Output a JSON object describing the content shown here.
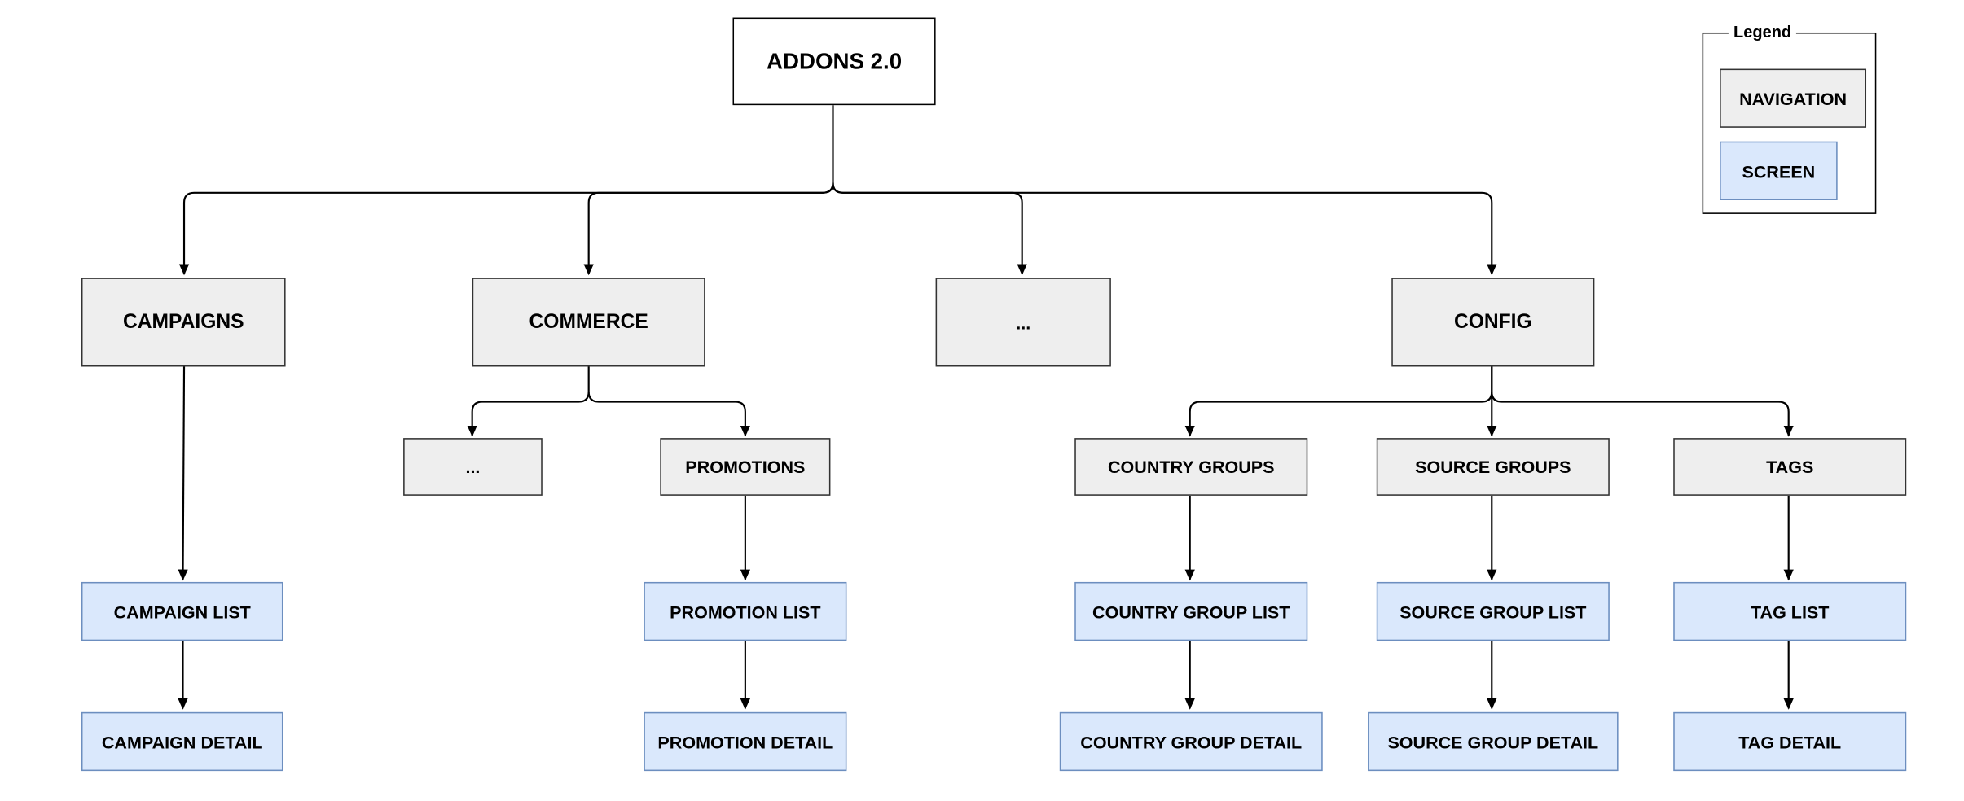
{
  "root": {
    "label": "ADDONS 2.0"
  },
  "level1": {
    "campaigns": "CAMPAIGNS",
    "commerce": "COMMERCE",
    "ellipsis": "...",
    "config": "CONFIG"
  },
  "commerce_children": {
    "ellipsis": "...",
    "promotions": "PROMOTIONS"
  },
  "config_children": {
    "country_groups": "COUNTRY GROUPS",
    "source_groups": "SOURCE GROUPS",
    "tags": "TAGS"
  },
  "screens": {
    "campaign_list": "CAMPAIGN LIST",
    "campaign_detail": "CAMPAIGN DETAIL",
    "promotion_list": "PROMOTION LIST",
    "promotion_detail": "PROMOTION DETAIL",
    "country_group_list": "COUNTRY GROUP LIST",
    "country_group_detail": "COUNTRY GROUP DETAIL",
    "source_group_list": "SOURCE GROUP LIST",
    "source_group_detail": "SOURCE GROUP DETAIL",
    "tag_list": "TAG LIST",
    "tag_detail": "TAG DETAIL"
  },
  "legend": {
    "title": "Legend",
    "navigation": "NAVIGATION",
    "screen": "SCREEN"
  },
  "colors": {
    "navigation_fill": "#eeeeee",
    "navigation_stroke": "#333333",
    "screen_fill": "#dae8fc",
    "screen_stroke": "#6c8ebf"
  }
}
